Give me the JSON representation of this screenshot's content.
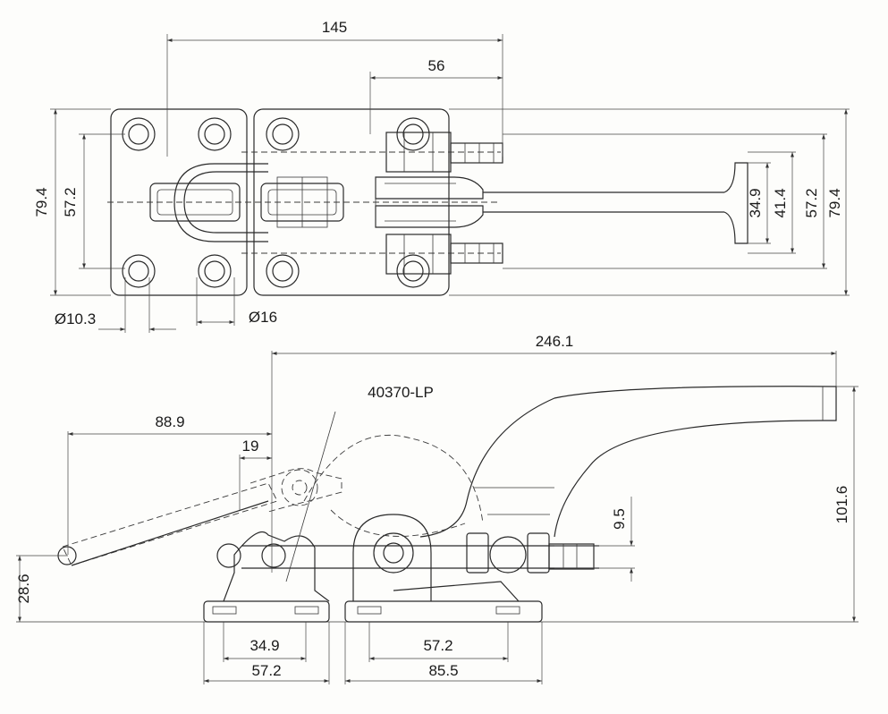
{
  "model": "40370-LP",
  "top_view": {
    "overall_length": "145",
    "handle_offset": "56",
    "width_outer_left": "79.4",
    "width_inner_left": "57.2",
    "hook_inner": "34.9",
    "hook_outer": "41.4",
    "width_inner_right": "57.2",
    "width_outer_right": "79.4",
    "hole_small": "Ø10.3",
    "hole_large": "Ø16"
  },
  "side_view": {
    "total_length": "246.1",
    "handle_reach": "88.9",
    "pivot_offset": "19",
    "height": "101.6",
    "bolt_height": "9.5",
    "base_height": "28.6",
    "left_hole_spacing": "34.9",
    "left_base_length": "57.2",
    "right_hole_spacing": "57.2",
    "right_base_length": "85.5"
  }
}
